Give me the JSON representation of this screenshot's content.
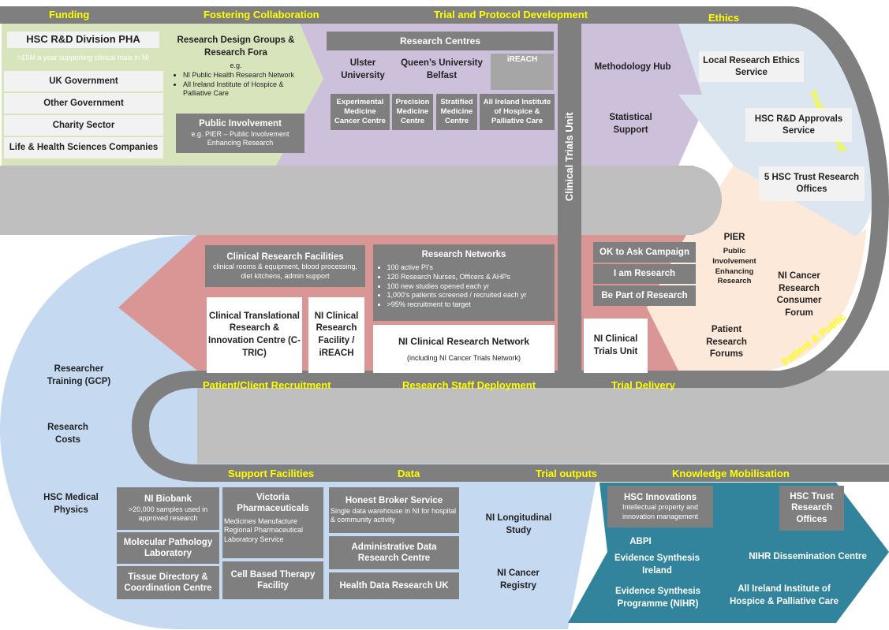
{
  "colors": {
    "track": "#7f7f7f",
    "header_text": "#ffff00",
    "funding_bg": "#d8e4bc",
    "collab_bg": "#ccc0da",
    "ethics_bg": "#dce6f1",
    "patient_bg": "#fde9d9",
    "recruit_bg": "#d99694",
    "left_bg": "#c5d9f1",
    "knowledge_bg": "#31849b"
  },
  "headers": {
    "funding": "Funding",
    "fostering": "Fostering Collaboration",
    "trial_protocol": "Trial and Protocol Development",
    "ethics": "Ethics",
    "trial_approval": "Trial Approval",
    "patient_public": "Patient & Public",
    "patient_recruitment": "Patient/Client Recruitment",
    "staff_deployment": "Research Staff Deployment",
    "trial_delivery": "Trial Delivery",
    "support_facilities": "Support Facilities",
    "data": "Data",
    "trial_outputs": "Trial outputs",
    "knowledge": "Knowledge Mobilisation"
  },
  "funding": {
    "hsc_rd": "HSC R&D Division PHA",
    "hsc_rd_note": ">£5M a year supporting clinical trials in NI",
    "uk_gov": "UK Government",
    "other_gov": "Other Government",
    "charity": "Charity Sector",
    "life_health": "Life & Health Sciences Companies"
  },
  "collab": {
    "rdg_title": "Research Design Groups & Research Fora",
    "rdg_eg": "e.g.",
    "rdg_items": [
      "NI Public Health Research Network",
      "All Ireland Institute of Hospice & Palliative Care"
    ],
    "pi_title": "Public Involvement",
    "pi_note": "e.g. PIER – Public Involvement Enhancing Research"
  },
  "centres": {
    "title": "Research Centres",
    "ulster": "Ulster University",
    "queens": "Queen’s University Belfast",
    "ireach": "iREACH",
    "emcc": "Experimental Medicine Cancer Centre",
    "pmc": "Precision Medicine Centre",
    "smc": "Stratified Medicine Centre",
    "aiihpc": "All Ireland Institute of Hospice & Palliative Care"
  },
  "ctu_vertical": "Clinical Trials Unit",
  "protocol": {
    "methodology": "Methodology Hub",
    "statistical": "Statistical Support"
  },
  "ethics": {
    "local": "Local Research Ethics Service",
    "approvals": "HSC R&D Approvals Service",
    "trust_offices": "5 HSC Trust Research Offices"
  },
  "patient": {
    "pier_title": "PIER",
    "pier_sub": "Public Involvement Enhancing Research",
    "consumer_forum": "NI Cancer Research Consumer Forum",
    "forums": "Patient Research Forums"
  },
  "recruitment": {
    "crf_title": "Clinical Research Facilities",
    "crf_note": "clinical rooms & equipment, blood processing, diet kitchens, admin support",
    "ctric": "Clinical Translational Research & Innovation Centre (C-TRIC)",
    "ni_crf": "NI Clinical Research Facility / iREACH",
    "networks_title": "Research Networks",
    "networks_items": [
      "100 active PI’s",
      "120 Research Nurses, Officers  & AHPs",
      "100 new studies opened each yr",
      "1,000’s patients screened / recruited each yr",
      ">95% recruitment to target"
    ],
    "nicrn": "NI Clinical Research Network",
    "nicrn_note": "(including NI Cancer Trials Network)",
    "ok_ask": "OK to Ask Campaign",
    "i_am": "I am Research",
    "be_part": "Be Part of Research",
    "ni_ctu": "NI Clinical Trials Unit"
  },
  "left": {
    "training": "Researcher Training (GCP)",
    "costs": "Research Costs",
    "physics": "HSC Medical Physics"
  },
  "support": {
    "biobank_title": "NI Biobank",
    "biobank_note": ">20,000 samples used in approved research",
    "molecular": "Molecular Pathology Laboratory",
    "tissue": "Tissue Directory & Coordination Centre",
    "victoria_title": "Victoria Pharmaceuticals",
    "victoria_note": "Medicines Manufacture Regional Pharmaceutical Laboratory Service",
    "cell": "Cell Based Therapy Facility"
  },
  "data_section": {
    "honest_title": "Honest Broker Service",
    "honest_note": "Single data warehouse in NI for hospital & community activity",
    "admin": "Administrative Data Research Centre",
    "hdruk": "Health Data Research UK"
  },
  "outputs": {
    "nils": "NI Longitudinal Study",
    "cancer_registry": "NI Cancer Registry"
  },
  "knowledge": {
    "innov_title": "HSC Innovations",
    "innov_note": "Intellectual property and innovation management",
    "trust_offices": "HSC Trust Research Offices",
    "abpi": "ABPI",
    "esi": "Evidence Synthesis Ireland",
    "esp": "Evidence Synthesis Programme (NIHR)",
    "nihr_dc": "NIHR Dissemination Centre",
    "aiihpc": "All Ireland Institute of Hospice & Palliative Care"
  }
}
